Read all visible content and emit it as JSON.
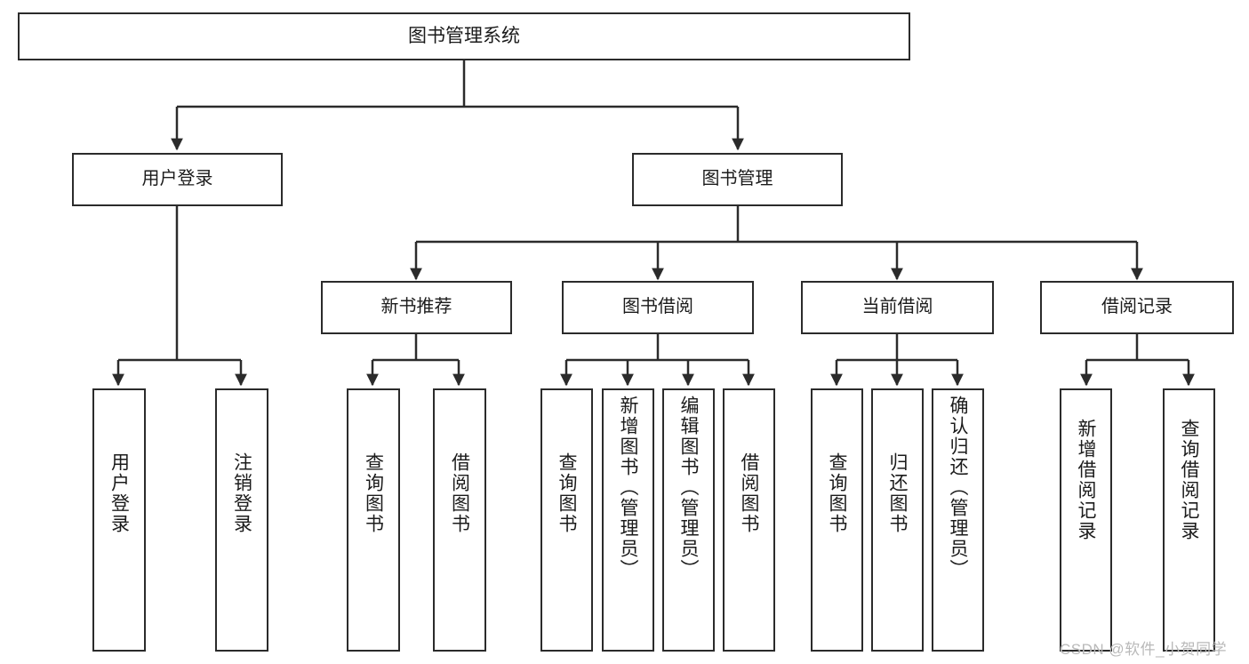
{
  "diagram": {
    "title": "图书管理系统",
    "type": "tree-hierarchy-diagram",
    "colors": {
      "box_border": "#2b2b2b",
      "box_fill": "#ffffff",
      "connector": "#2b2b2b",
      "text": "#1b1b1b",
      "watermark": "#b9b9b9",
      "background": "#ffffff"
    },
    "nodes": {
      "root": {
        "label": "图书管理系统"
      },
      "level1": [
        {
          "id": "user-login",
          "label": "用户登录"
        },
        {
          "id": "book-management",
          "label": "图书管理"
        }
      ],
      "level2": [
        {
          "id": "new-book-recommend",
          "label": "新书推荐"
        },
        {
          "id": "book-borrow",
          "label": "图书借阅"
        },
        {
          "id": "current-borrow",
          "label": "当前借阅"
        },
        {
          "id": "borrow-record",
          "label": "借阅记录"
        }
      ],
      "leaves": {
        "user-login": [
          {
            "id": "leaf-user-login",
            "label": "用户登录"
          },
          {
            "id": "leaf-user-logout",
            "label": "注销登录"
          }
        ],
        "new-book-recommend": [
          {
            "id": "leaf-query-book-1",
            "label": "查询图书"
          },
          {
            "id": "leaf-borrow-book-1",
            "label": "借阅图书"
          }
        ],
        "book-borrow": [
          {
            "id": "leaf-query-book-2",
            "label": "查询图书"
          },
          {
            "id": "leaf-add-book",
            "label": "新增图书（管理员）"
          },
          {
            "id": "leaf-edit-book",
            "label": "编辑图书（管理员）"
          },
          {
            "id": "leaf-borrow-book-2",
            "label": "借阅图书"
          }
        ],
        "current-borrow": [
          {
            "id": "leaf-query-book-3",
            "label": "查询图书"
          },
          {
            "id": "leaf-return-book",
            "label": "归还图书"
          },
          {
            "id": "leaf-confirm-return",
            "label": "确认归还（管理员）"
          }
        ],
        "borrow-record": [
          {
            "id": "leaf-add-record",
            "label": "新增借阅记录"
          },
          {
            "id": "leaf-query-record",
            "label": "查询借阅记录"
          }
        ]
      }
    },
    "watermark": "CSDN @软件_小贺同学"
  }
}
